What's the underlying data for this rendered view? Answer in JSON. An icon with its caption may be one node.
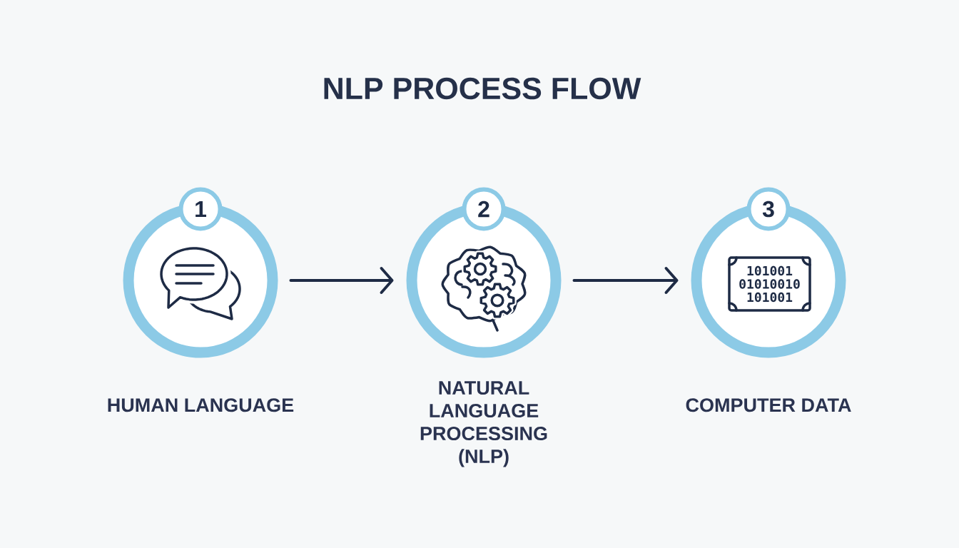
{
  "diagram": {
    "title": "NLP PROCESS FLOW",
    "nodes": [
      {
        "text": [
          "1"
        ]
      },
      {
        "text": [
          "HUMAN LANGUAGE"
        ]
      },
      {
        "text": [
          "2"
        ]
      },
      {
        "text": [
          "NATURAL LANGUAGE PROCESSING (NLP)"
        ]
      },
      {
        "text": [
          "3"
        ]
      },
      {
        "text": [
          "COMPUTER DATA"
        ]
      },
      {
        "text": [
          "101001 01010010 101001"
        ],
        "in": 5
      }
    ],
    "edges": [
      {
        "from": 1,
        "to": 3,
        "arrow": "to"
      },
      {
        "from": 3,
        "to": 5,
        "arrow": "to"
      }
    ]
  }
}
